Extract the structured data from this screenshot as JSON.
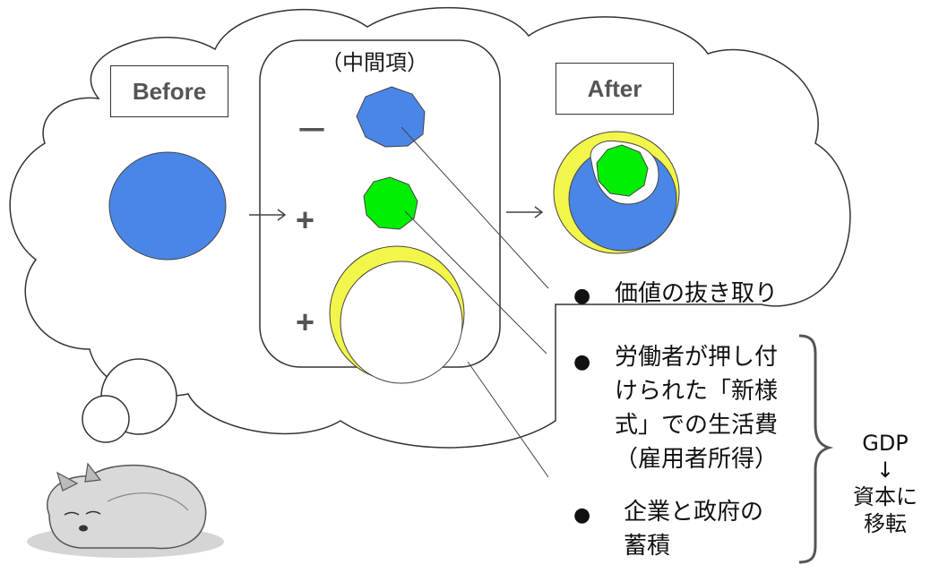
{
  "labels": {
    "before": "Before",
    "middle": "（中間項）",
    "after": "After",
    "minus": "－",
    "plus1": "+",
    "plus2": "+"
  },
  "bullets": [
    {
      "text": "価値の抜き取り"
    },
    {
      "lines": [
        "労働者が押し付",
        "けられた「新様",
        "式」での生活費",
        "（雇用者所得）"
      ]
    },
    {
      "lines": [
        "企業と政府の",
        "蓄積"
      ]
    }
  ],
  "side": {
    "gdp": "GDP",
    "arrow": "↓",
    "line1": "資本に",
    "line2": "移転"
  },
  "colors": {
    "blue": "#4a86e8",
    "green": "#00ee00",
    "yellow": "#f2f54a",
    "outline": "#444444"
  }
}
